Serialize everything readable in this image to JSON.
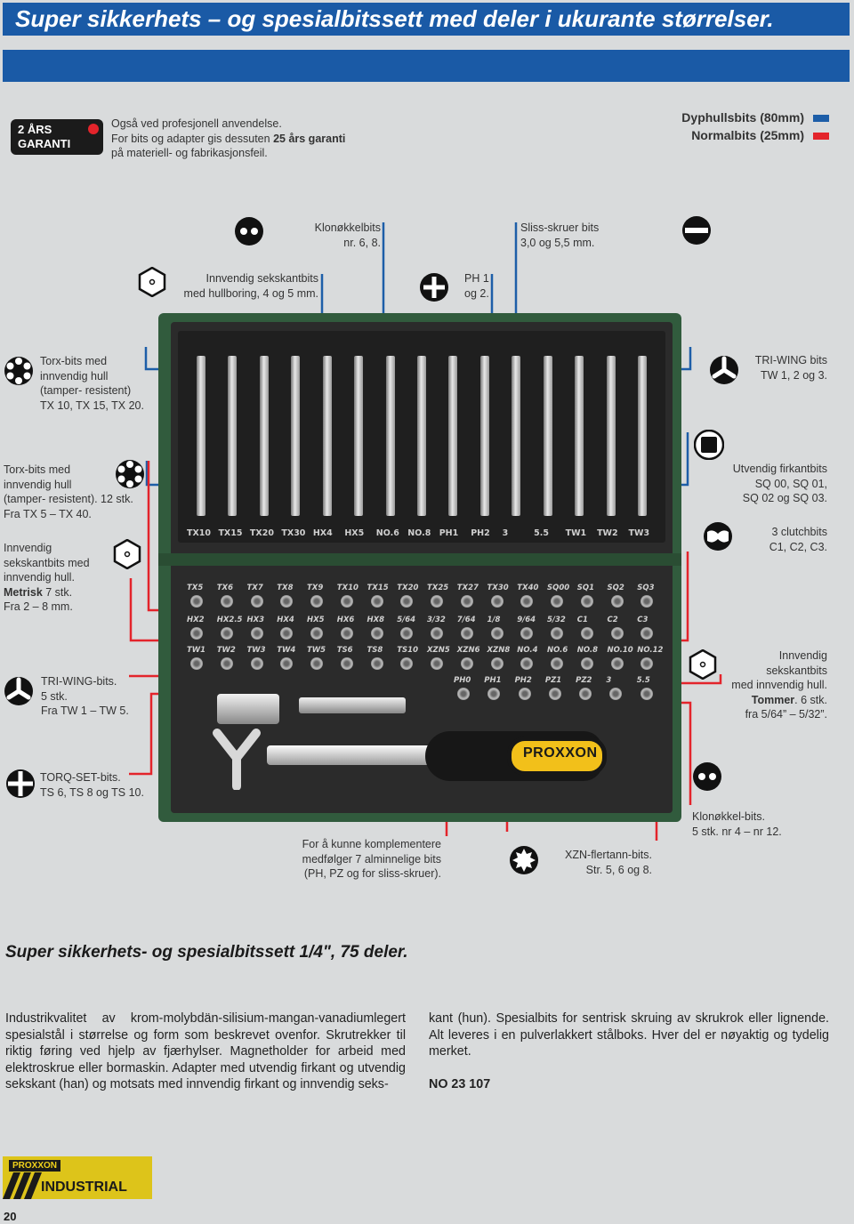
{
  "header": {
    "title": "Super sikkerhets – og spesialbitssett med deler i ukurante størrelser."
  },
  "guarantee": {
    "badge": "2 ÅRS\nGARANTI",
    "line1": "Også ved profesjonell anvendelse.",
    "line2_prefix": "For bits og adapter gis dessuten ",
    "line2_bold": "25 års garanti",
    "line3": "på materiell- og fabrikasjonsfeil."
  },
  "legend": {
    "deep": "Dyphullsbits (80mm)",
    "normal": "Normalbits (25mm)",
    "deep_color": "#1d5ea8",
    "normal_color": "#e3242b"
  },
  "callouts": {
    "klonokkel_top": "Klonøkkelbits\nnr. 6, 8.",
    "sliss": "Sliss-skruer bits\n3,0 og 5,5 mm.",
    "hex_hole": "Innvendig sekskantbits\nmed hullboring, 4 og 5 mm.",
    "ph": "PH 1\nog 2.",
    "torx_top": "Torx-bits med\ninnvendig hull\n(tamper- resistent)\nTX 10, TX 15, TX 20.",
    "triwing_top": "TRI-WING bits\nTW 1, 2 og 3.",
    "torx_left": "Torx-bits med\ninnvendig hull\n(tamper- resistent). 12 stk.\nFra TX 5 – TX 40.",
    "square": "Utvendig firkantbits\nSQ 00, SQ 01,\nSQ 02 og SQ 03.",
    "hex_metric_pre": "Innvendig\nsekskantbits med\ninnvendig hull.",
    "hex_metric_bold": "Metrisk",
    "hex_metric_post": " 7 stk.",
    "hex_metric_range": "Fra 2 – 8 mm.",
    "clutch": "3 clutchbits\nC1, C2, C3.",
    "triwing_left": "TRI-WING-bits.\n5 stk.\nFra TW 1 – TW 5.",
    "hex_inch_pre": "Innvendig\nsekskantbits\nmed innvendig hull.",
    "hex_inch_bold": "Tommer",
    "hex_inch_post": ". 6 stk.",
    "hex_inch_range": "fra 5/64” – 5/32”.",
    "torq": "TORQ-SET-bits.\nTS 6, TS 8 og TS 10.",
    "klonokkel_bottom": "Klonøkkel-bits.\n5 stk. nr 4 – nr 12.",
    "standard": "For å kunne komplementere\nmedfølger 7 alminnelige bits\n(PH, PZ og for sliss-skruer).",
    "xzn": "XZN-flertann-bits.\nStr. 5, 6 og 8."
  },
  "product": {
    "top_bits": [
      "TX10",
      "TX15",
      "TX20",
      "TX30",
      "HX4",
      "HX5",
      "NO.6",
      "NO.8",
      "PH1",
      "PH2",
      "3",
      "5.5",
      "TW1",
      "TW2",
      "TW3"
    ],
    "row1": [
      "TX5",
      "TX6",
      "TX7",
      "TX8",
      "TX9",
      "TX10",
      "TX15",
      "TX20",
      "TX25",
      "TX27",
      "TX30",
      "TX40",
      "SQ00",
      "SQ1",
      "SQ2",
      "SQ3"
    ],
    "row2": [
      "HX2",
      "HX2.5",
      "HX3",
      "HX4",
      "HX5",
      "HX6",
      "HX8",
      "5/64",
      "3/32",
      "7/64",
      "1/8",
      "9/64",
      "5/32",
      "C1",
      "C2",
      "C3"
    ],
    "row3": [
      "TW1",
      "TW2",
      "TW3",
      "TW4",
      "TW5",
      "TS6",
      "TS8",
      "TS10",
      "XZN5",
      "XZN6",
      "XZN8",
      "NO.4",
      "NO.6",
      "NO.8",
      "NO.10",
      "NO.12"
    ],
    "row4": [
      "PH0",
      "PH1",
      "PH2",
      "PZ1",
      "PZ2",
      "3",
      "5.5"
    ],
    "brand": "PROXXON"
  },
  "product_title": "Super sikkerhets- og spesialbitssett 1/4\", 75 deler.",
  "description": {
    "col1": "Industrikvalitet av krom-molybdän-silisium-mangan-vanadiumlegert spesialstål i størrelse og form som beskrevet ovenfor. Skrutrekker til riktig føring ved hjelp av fjærhylser. Magnetholder for arbeid med elektroskrue eller bormaskin. Adapter med utvendig firkant og utvendig sekskant (han) og motsats med innvendig firkant og innvendig seks-",
    "col2": "kant (hun). Spesialbits for sentrisk skruing av skrukrok eller lignende. Alt leveres i en pulverlakkert stålboks. Hver del er nøyaktig og tydelig merket.",
    "article_no": "NO 23 107"
  },
  "footer": {
    "logo_brand": "PROXXON",
    "logo_line": "INDUSTRIAL",
    "page_number": "20"
  }
}
